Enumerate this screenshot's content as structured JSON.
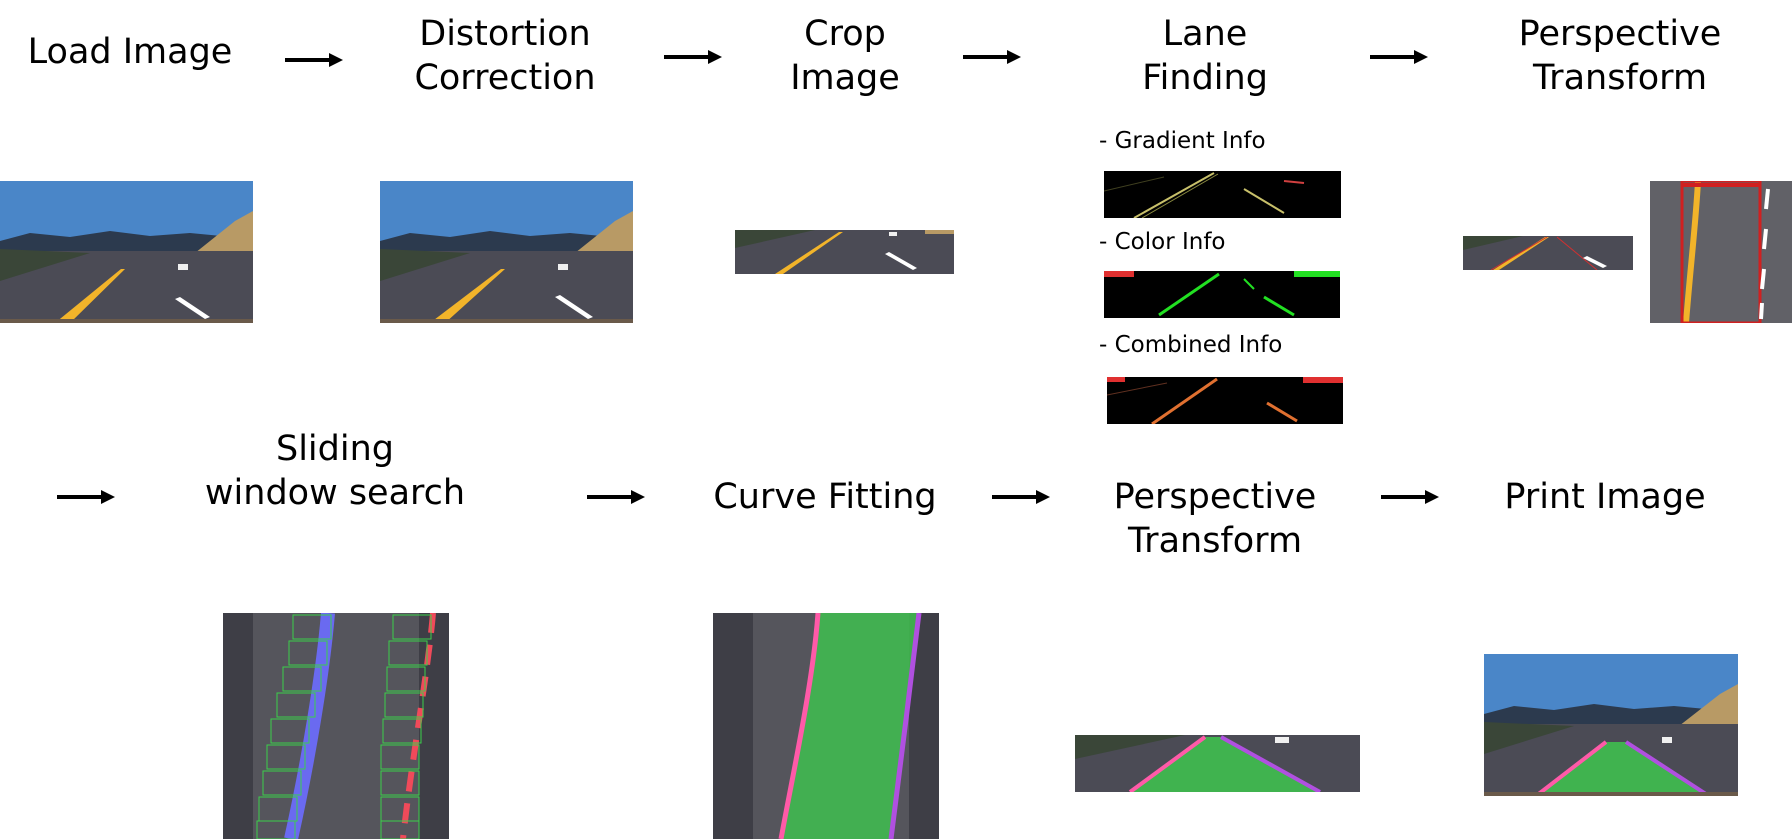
{
  "steps": {
    "load_image": "Load Image",
    "distortion_correction": "Distortion\nCorrection",
    "crop_image": "Crop\nImage",
    "lane_finding": "Lane\nFinding",
    "perspective_transform_1": "Perspective\nTransform",
    "sliding_window_search": "Sliding\nwindow search",
    "curve_fitting": "Curve Fitting",
    "perspective_transform_2": "Perspective\nTransform",
    "print_image": "Print Image"
  },
  "lane_finding_sublabels": {
    "gradient": "- Gradient Info",
    "color": "- Color Info",
    "combined": "- Combined Info"
  },
  "colors": {
    "sky": "#4a86c8",
    "road": "#4b4b55",
    "lane_yellow": "#f2b42a",
    "lane_fill": "#3fbf4f",
    "left_fit": "#ff5aa8",
    "right_fit": "#b050e0",
    "window_box": "#3ad04a"
  }
}
